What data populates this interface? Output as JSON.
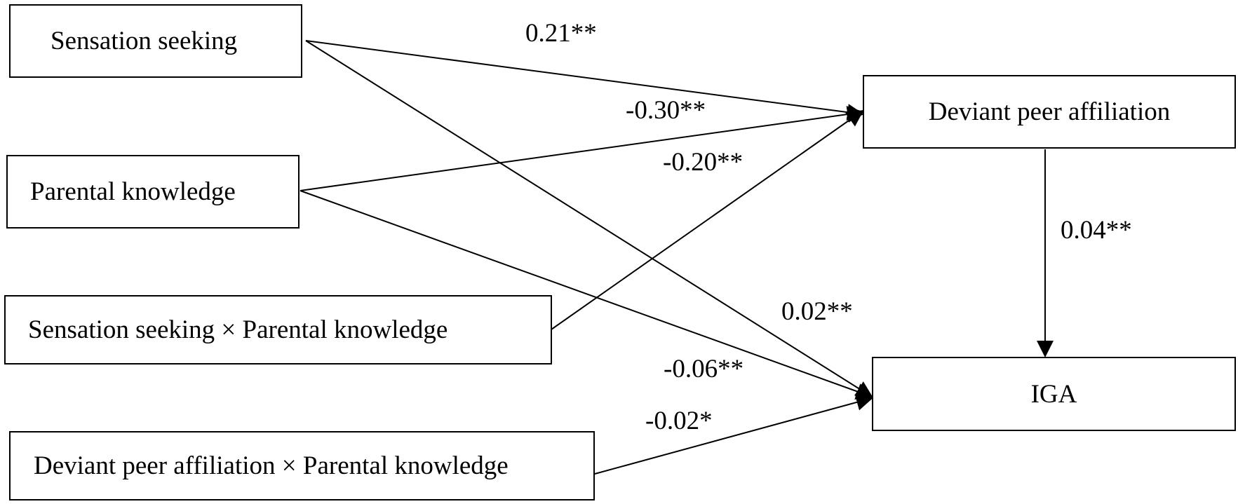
{
  "nodes": {
    "sensation_seeking": "Sensation seeking",
    "parental_knowledge": "Parental knowledge",
    "ss_x_pk": "Sensation seeking × Parental knowledge",
    "dpa_x_pk": "Deviant peer affiliation × Parental knowledge",
    "deviant_peer": "Deviant peer affiliation",
    "iga": "IGA"
  },
  "paths": [
    {
      "from": "Sensation seeking",
      "to": "Deviant peer affiliation",
      "coef": "0.21**"
    },
    {
      "from": "Parental knowledge",
      "to": "Deviant peer affiliation",
      "coef": "-0.30**"
    },
    {
      "from": "Sensation seeking × Parental knowledge",
      "to": "Deviant peer affiliation",
      "coef": "-0.20**"
    },
    {
      "from": "Deviant peer affiliation",
      "to": "IGA",
      "coef": "0.04**"
    },
    {
      "from": "Sensation seeking",
      "to": "IGA",
      "coef": "0.02**"
    },
    {
      "from": "Parental knowledge",
      "to": "IGA",
      "coef": "-0.06**"
    },
    {
      "from": "Deviant peer affiliation × Parental knowledge",
      "to": "IGA",
      "coef": "-0.02*"
    }
  ],
  "colors": {
    "line": "#000000",
    "text": "#000000",
    "background": "#ffffff"
  }
}
